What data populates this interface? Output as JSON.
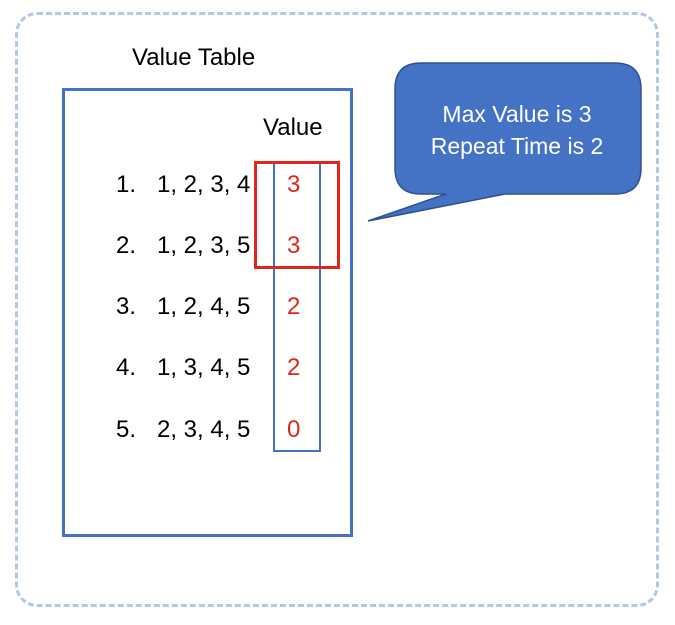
{
  "table": {
    "title": "Value Table",
    "column_header": "Value",
    "rows": [
      {
        "index": "1.",
        "set": "1, 2, 3, 4",
        "value": "3"
      },
      {
        "index": "2.",
        "set": "1, 2, 3, 5",
        "value": "3"
      },
      {
        "index": "3.",
        "set": "1, 2, 4, 5",
        "value": "2"
      },
      {
        "index": "4.",
        "set": "1, 3, 4, 5",
        "value": "2"
      },
      {
        "index": "5.",
        "set": "2, 3, 4, 5",
        "value": "0"
      }
    ]
  },
  "callout": {
    "line1": "Max Value is 3",
    "line2": "Repeat Time is 2"
  },
  "colors": {
    "frame_dashed": "#b4c7e7",
    "table_border": "#4472c4",
    "value_text": "#e0251b",
    "highlight_border": "#e0251b",
    "callout_fill": "#4472c4",
    "callout_text": "#ffffff"
  }
}
